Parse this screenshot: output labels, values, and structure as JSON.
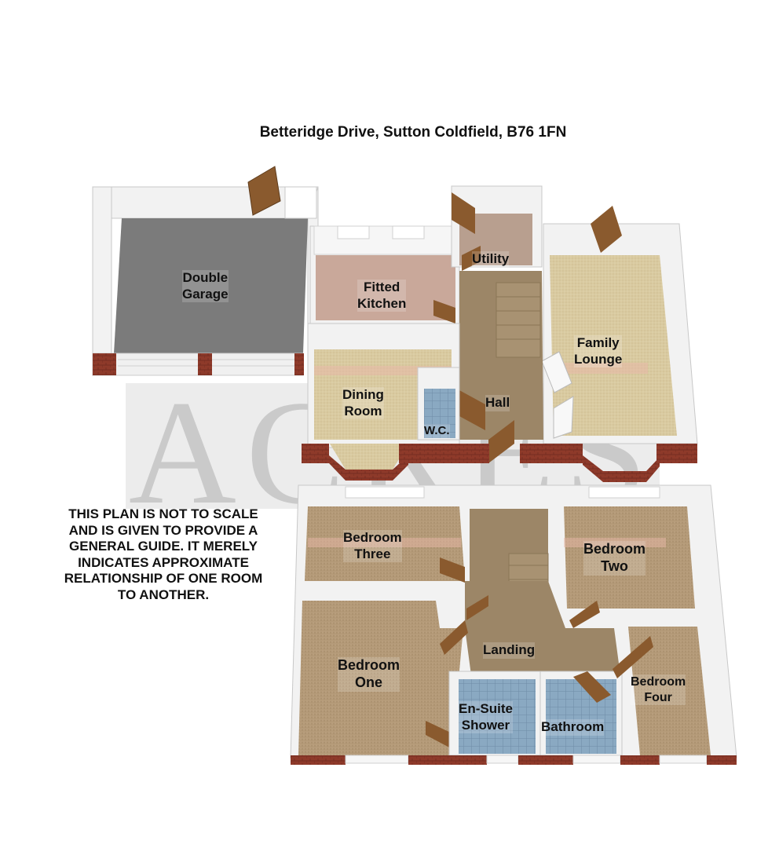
{
  "title": "Betteridge Drive, Sutton Coldfield, B76 1FN",
  "watermark": "ACRES",
  "disclaimer": "THIS PLAN IS NOT TO SCALE AND IS GIVEN TO PROVIDE A GENERAL GUIDE. IT MERELY INDICATES APPROXIMATE RELATIONSHIP OF ONE ROOM TO ANOTHER.",
  "ground_floor": {
    "garage": [
      "Double",
      "Garage"
    ],
    "kitchen": [
      "Fitted",
      "Kitchen"
    ],
    "utility": "Utility",
    "lounge": [
      "Family",
      "Lounge"
    ],
    "dining": [
      "Dining",
      "Room"
    ],
    "wc": "W.C.",
    "hall": "Hall"
  },
  "first_floor": {
    "bed_three": [
      "Bedroom",
      "Three"
    ],
    "bed_two": [
      "Bedroom",
      "Two"
    ],
    "bed_one": [
      "Bedroom",
      "One"
    ],
    "landing": "Landing",
    "ensuite": [
      "En-Suite",
      "Shower"
    ],
    "bathroom": "Bathroom",
    "bed_four": [
      "Bedroom",
      "Four"
    ]
  },
  "colors": {
    "wall": "#f2f2f2",
    "wall_edge": "#c8c8c8",
    "brick": "#8e3a2a",
    "garage_floor": "#7b7b7b",
    "kitchen_floor": "#c9a89a",
    "carpet_beige": "#d9caa0",
    "carpet_tan": "#b49a78",
    "hall_floor": "#9c8667",
    "tile": "#8aa9c2",
    "door": "#8a5a2e",
    "watermark": "#b0b0b0"
  }
}
